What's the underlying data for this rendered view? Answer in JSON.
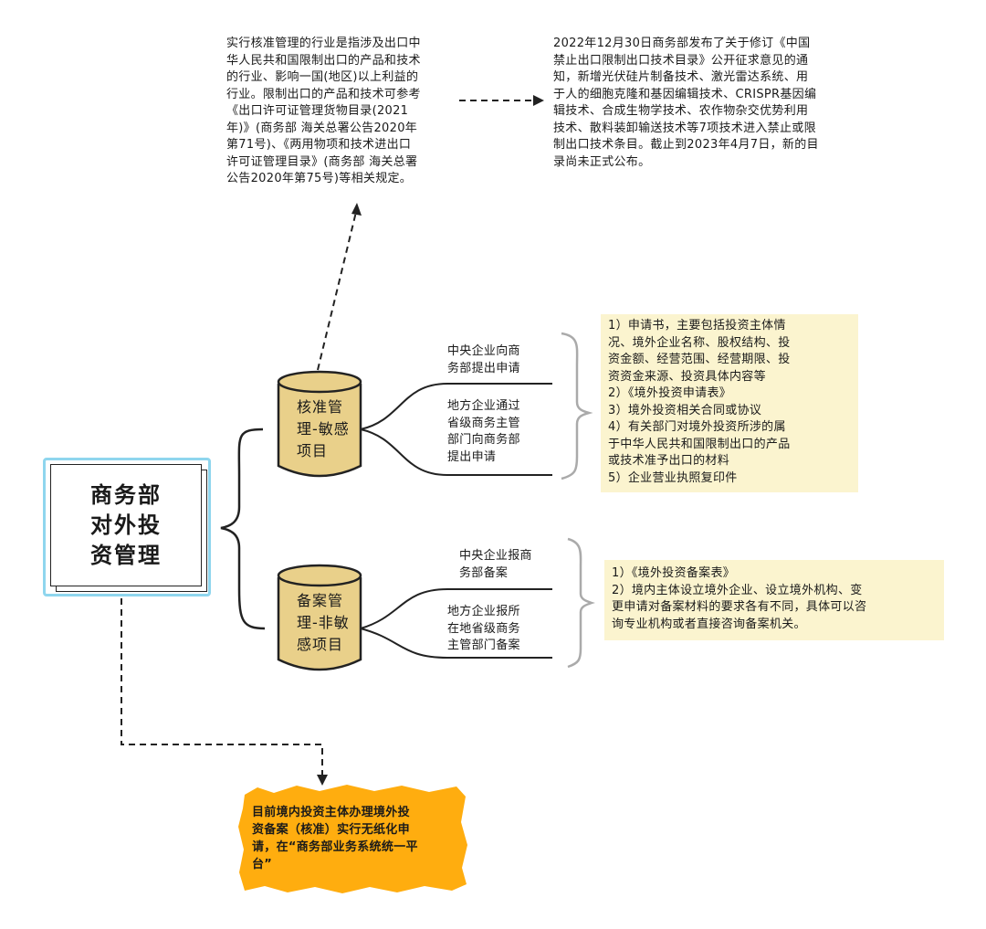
{
  "root": {
    "title": "商务部\n对外投\n资管理"
  },
  "branches": [
    {
      "label": "核准管\n理-敏感\n项目",
      "children": [
        "中央企业向商\n务部提出申请",
        "地方企业通过\n省级商务主管\n部门向商务部\n提出申请"
      ],
      "materials": "1）申请书，主要包括投资主体情\n况、境外企业名称、股权结构、投\n资金额、经营范围、经营期限、投\n资资金来源、投资具体内容等\n2）《境外投资申请表》\n3）境外投资相关合同或协议\n4）有关部门对境外投资所涉的属\n于中华人民共和国限制出口的产品\n或技术准予出口的材料\n5）企业营业执照复印件"
    },
    {
      "label": "备案管\n理-非敏\n感项目",
      "children": [
        "中央企业报商\n务部备案",
        "地方企业报所\n在地省级商务\n主管部门备案"
      ],
      "materials": "1）《境外投资备案表》\n2）境内主体设立境外企业、设立境外机构、变\n更申请对备案材料的要求各有不同，具体可以咨\n询专业机构或者直接咨询备案机关。"
    }
  ],
  "notes": {
    "industry": "实行核准管理的行业是指涉及出口中\n华人民共和国限制出口的产品和技术\n的行业、影响一国(地区)以上利益的\n行业。限制出口的产品和技术可参考\n《出口许可证管理货物目录(2021\n年)》(商务部 海关总署公告2020年\n第71号)、《两用物项和技术进出口\n许可证管理目录》(商务部 海关总署\n公告2020年第75号)等相关规定。",
    "catalog": "2022年12月30日商务部发布了关于修订《中国\n禁止出口限制出口技术目录》公开征求意见的通\n知，新增光伏硅片制备技术、激光雷达系统、用\n于人的细胞克隆和基因编辑技术、CRISPR基因编\n辑技术、合成生物学技术、农作物杂交优势利用\n技术、散料装卸输送技术等7项技术进入禁止或限\n制出口技术条目。截止到2023年4月7日，新的目\n录尚未正式公布。",
    "platform": "目前境内投资主体办理境外投\n资备案（核准）实行无纸化申\n请，在“商务部业务系统统一平\n台”"
  },
  "colors": {
    "cylinder": "#e9d08a",
    "note": "#fbf4cf",
    "orange": "#ffad0f",
    "frame": "#8fd6ee"
  }
}
